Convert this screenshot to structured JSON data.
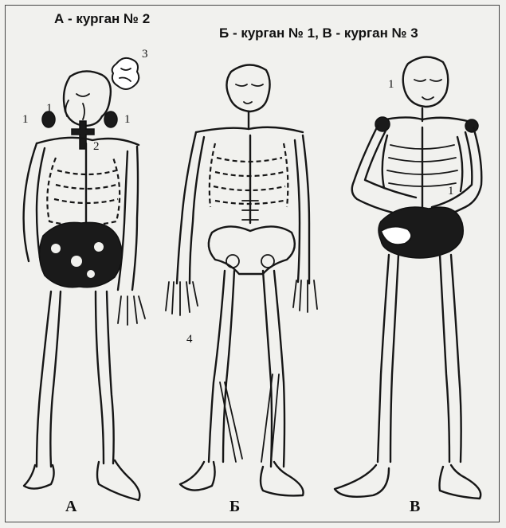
{
  "headings": {
    "a": "А - курган № 2",
    "bv": "Б - курган № 1, В - курган № 3"
  },
  "figure_letters": {
    "a": "А",
    "b": "Б",
    "v": "В"
  },
  "markers": {
    "a_1_left": "1",
    "a_1_mid": "1",
    "a_1_right": "1",
    "a_2": "2",
    "a_3": "3",
    "b_4": "4",
    "v_1_top": "1",
    "v_1_hand": "1"
  }
}
